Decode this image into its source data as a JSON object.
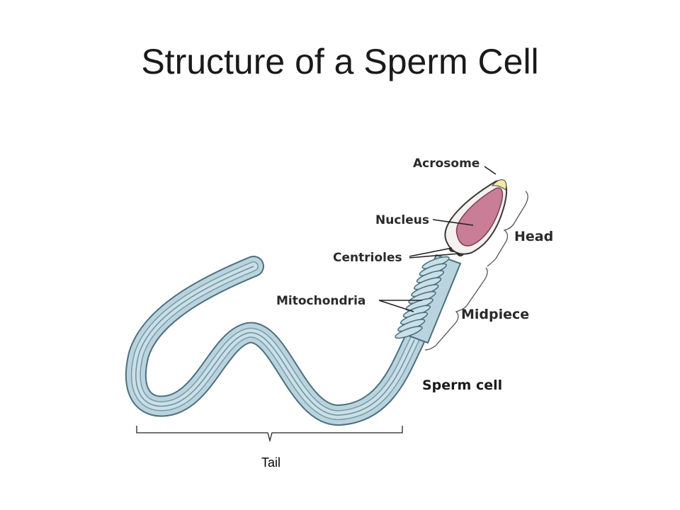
{
  "title": "Structure of a Sperm Cell",
  "labels": {
    "acrosome": "Acrosome",
    "nucleus": "Nucleus",
    "centrioles": "Centrioles",
    "mitochondria": "Mitochondria",
    "head": "Head",
    "midpiece": "Midpiece",
    "sperm_cell": "Sperm cell",
    "tail": "Tail"
  },
  "colors": {
    "tail_fill": "#b9d4de",
    "tail_stroke": "#4d6f7c",
    "nucleus_fill": "#c97d97",
    "acrosome_fill": "#f0e9a8",
    "head_outline": "#3a3a3a"
  }
}
